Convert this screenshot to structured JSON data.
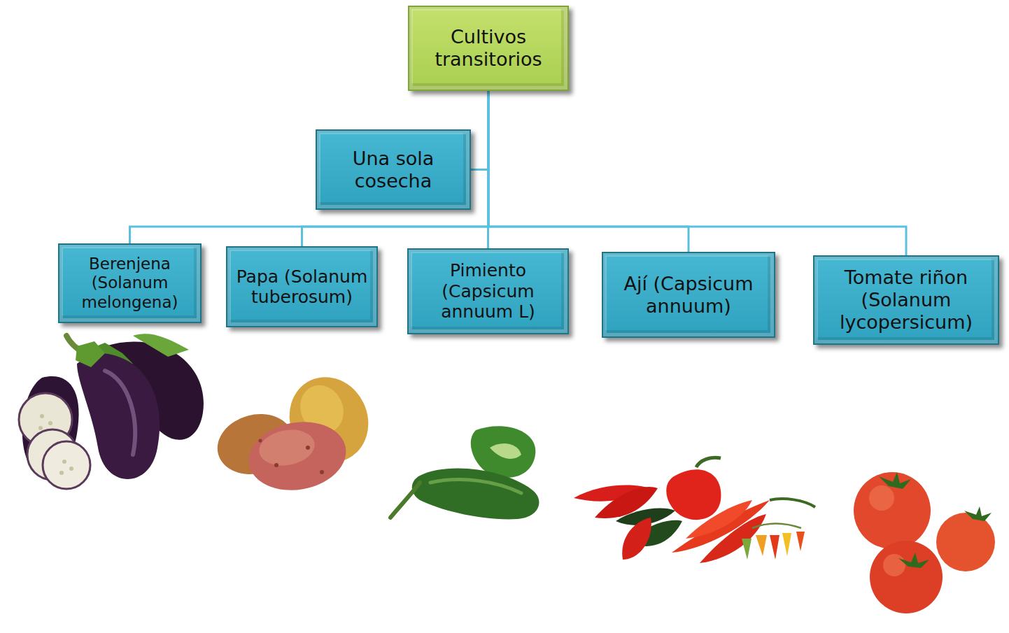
{
  "diagram": {
    "nodes": [
      {
        "text": [
          "Cultivos transitorios"
        ]
      },
      {
        "text": [
          "Una sola cosecha"
        ]
      },
      {
        "text": [
          "Berenjena (Solanum melongena)"
        ]
      },
      {
        "text": [
          "Papa (Solanum tuberosum)"
        ]
      },
      {
        "text": [
          "Pimiento (Capsicum annuum L)"
        ]
      },
      {
        "text": [
          "Ají (Capsicum annuum)"
        ]
      },
      {
        "text": [
          "Tomate riñon (Solanum lycopersicum)"
        ]
      }
    ],
    "edges": [
      {
        "from": 0,
        "to": 1,
        "arrow": "none"
      },
      {
        "from": 0,
        "to": 2,
        "arrow": "none"
      },
      {
        "from": 0,
        "to": 3,
        "arrow": "none"
      },
      {
        "from": 0,
        "to": 4,
        "arrow": "none"
      },
      {
        "from": 0,
        "to": 5,
        "arrow": "none"
      },
      {
        "from": 0,
        "to": 6,
        "arrow": "none"
      }
    ]
  }
}
